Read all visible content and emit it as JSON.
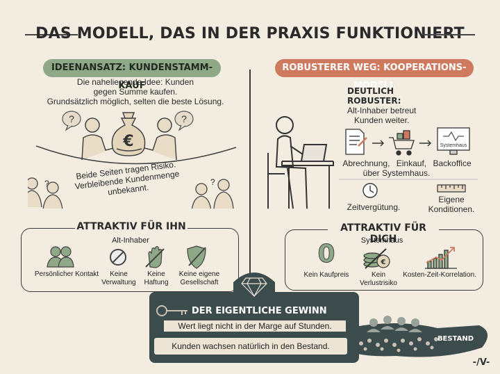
{
  "title": "DAS MODELL, DAS IN DER PRAXIS FUNKTIONIERT",
  "left": {
    "heading": "IDEENANSATZ: KUNDENSTAMM-KAUF",
    "intro": [
      "Die naheliegende Idee: Kunden",
      "gegen Summe kaufen.",
      "Grundsätzlich möglich, selten die beste Lösung."
    ],
    "money_symbol": "€",
    "question_mark": "?",
    "risk_text": [
      "Beide Seiten tragen Risiko.",
      "Verbleibende Kundenmenge",
      "unbekannt."
    ],
    "box_title": "ATTRAKTIV FÜR IHN",
    "box_subtitle": "Alt-Inhaber",
    "items": [
      {
        "label": [
          "Persönlicher Kontakt"
        ]
      },
      {
        "label": [
          "Keine",
          "Verwaltung"
        ]
      },
      {
        "label": [
          "Keine",
          "Haftung"
        ]
      },
      {
        "label": [
          "Keine eigene",
          "Gesellschaft"
        ]
      }
    ]
  },
  "right": {
    "heading": "ROBUSTERER WEG: KOOPERATIONS-MODELL",
    "robust_title": "DEUTLICH ROBUSTER:",
    "robust_text": [
      "Alt-Inhaber betreut",
      "Kunden weiter."
    ],
    "flow_labels": [
      "Abrechnung,",
      "Einkauf,",
      "Backoffice"
    ],
    "flow_sub": "über Systemhaus.",
    "screen_label": "Systemhaus",
    "time_label": "Zeitvergütung.",
    "own_label": [
      "Eigene",
      "Konditionen."
    ],
    "box_title": "ATTRAKTIV FÜR DICH",
    "box_subtitle": "Systemhaus",
    "zero": "0",
    "items": [
      {
        "label": [
          "Kein Kaufpreis"
        ]
      },
      {
        "label": [
          "Kein",
          "Verlustrisiko"
        ]
      },
      {
        "label": [
          "Kosten-Zeit-Korrelation."
        ]
      }
    ]
  },
  "banner": {
    "title": "DER EIGENTLICHE GEWINN",
    "line1": "Wert liegt nicht in der Marge auf Stunden.",
    "line2": "Kunden wachsen natürlich in den Bestand.",
    "stream_label": "BESTAND"
  },
  "logo": "-/V-",
  "colors": {
    "green": "#8ea888",
    "orange": "#cf7a5e",
    "dark": "#3c4b4b",
    "bg": "#f3ece1"
  }
}
